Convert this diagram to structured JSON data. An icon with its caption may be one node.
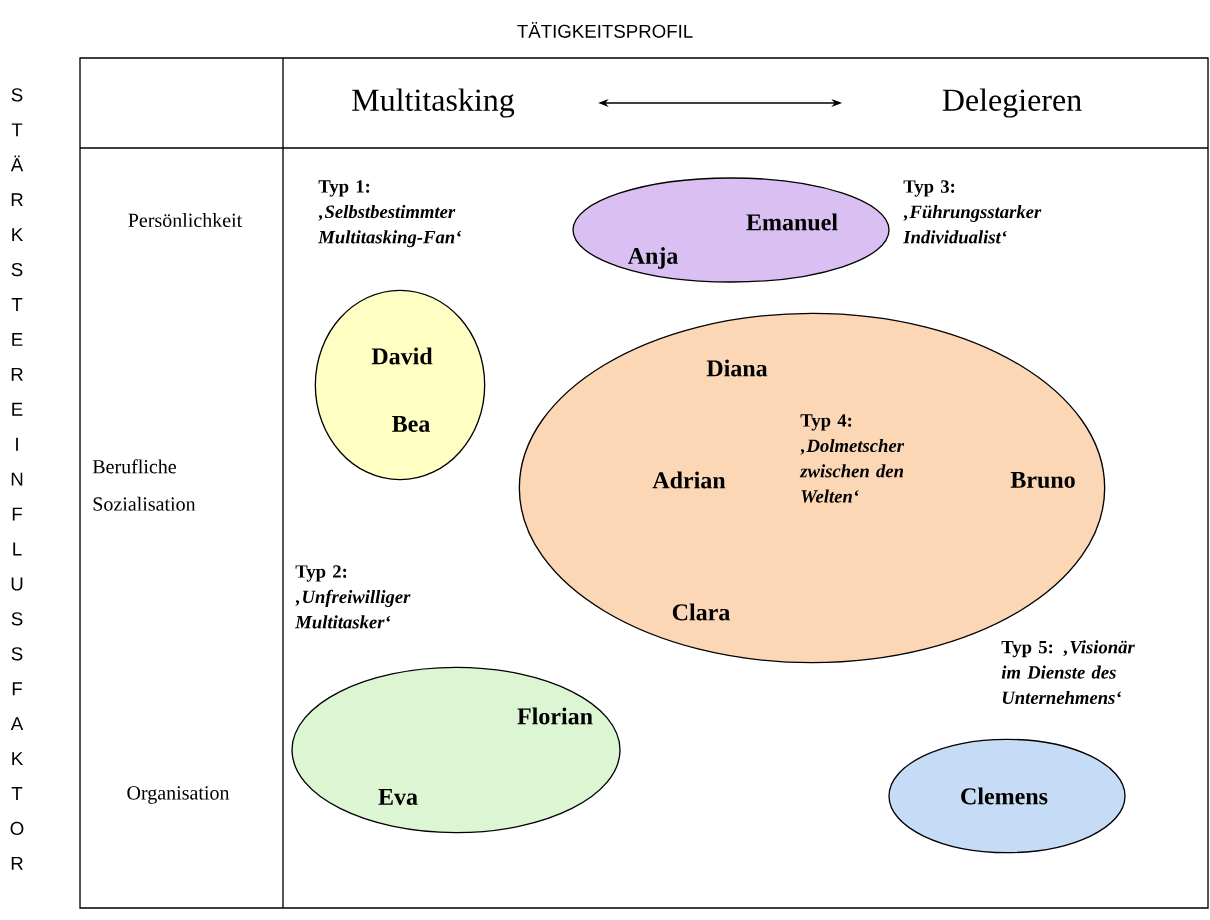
{
  "diagram": {
    "title": "TÄTIGKEITSPROFIL",
    "nodes": [
      {
        "text": [
          "Emanuel",
          "Anja"
        ],
        "beside": [
          "Typ 3:",
          "‚Führungsstarker Individualist‘"
        ]
      },
      {
        "text": [
          "David",
          "Bea"
        ],
        "beside": [
          "Typ 1:",
          "‚Selbstbestimmter Multitasking-Fan‘"
        ]
      },
      {
        "text": [
          "Diana",
          "Typ 4:",
          "‚Dolmetscher zwischen den Welten‘",
          "Adrian",
          "Bruno",
          "Clara"
        ]
      },
      {
        "text": [
          "Florian",
          "Eva"
        ],
        "beside": [
          "Typ 2:",
          "‚Unfreiwilliger Multitasker‘"
        ]
      },
      {
        "text": [
          "Clemens"
        ],
        "beside": [
          "Typ 5:",
          "‚Visionär im Dienste des Unternehmens‘"
        ]
      }
    ],
    "labels": [
      "STÄRKSTER EINFLUSSFAKTOR",
      "Multitasking",
      "Delegieren",
      "Persönlichkeit",
      "Berufliche Sozialisation",
      "Organisation"
    ]
  }
}
